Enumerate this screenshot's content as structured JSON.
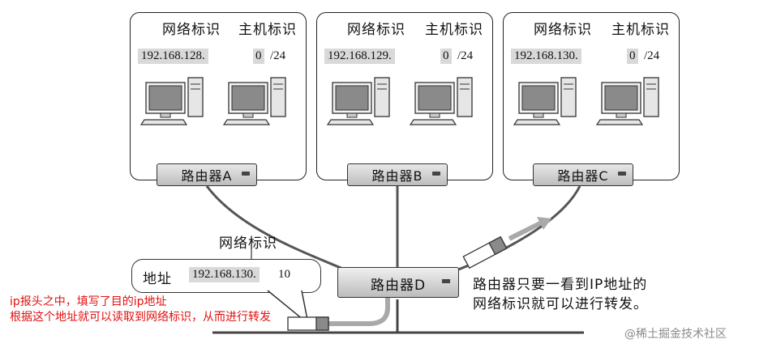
{
  "networks": [
    {
      "net_label": "网络标识",
      "host_label": "主机标识",
      "net_addr": "192.168.128.",
      "host_addr": "0",
      "mask": "/24",
      "router": "路由器A"
    },
    {
      "net_label": "网络标识",
      "host_label": "主机标识",
      "net_addr": "192.168.129.",
      "host_addr": "0",
      "mask": "/24",
      "router": "路由器B"
    },
    {
      "net_label": "网络标识",
      "host_label": "主机标识",
      "net_addr": "192.168.130.",
      "host_addr": "0",
      "mask": "/24",
      "router": "路由器C"
    }
  ],
  "packet": {
    "label": "网络标识",
    "addr_label": "地址",
    "net_addr": "192.168.130.",
    "host_addr": "10"
  },
  "router_d": "路由器D",
  "note": [
    "路由器只要一看到IP地址的",
    "网络标识就可以进行转发。"
  ],
  "annotation": [
    "ip报头之中，填写了目的ip地址",
    "根据这个地址就可以读取到网络标识，从而进行转发"
  ],
  "watermark": "@稀土掘金技术社区",
  "colors": {
    "annotation": "#e01010",
    "highlight": "#d9d9d9"
  }
}
